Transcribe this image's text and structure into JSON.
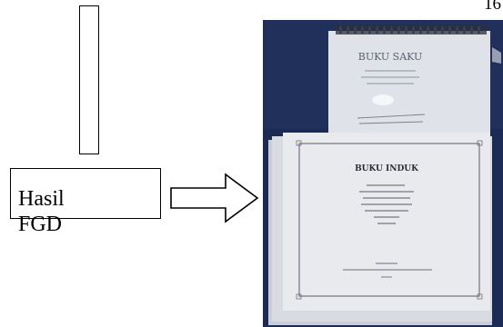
{
  "page_number": "16",
  "result_box": {
    "label": "Hasil\nFGD"
  },
  "photo": {
    "pocketbook_title": "BUKU SAKU",
    "mainbook_title": "BUKU INDUK",
    "colors": {
      "background": "#1c2b56",
      "paper": "#e6e7ec",
      "page_stack": "#cfd3dc"
    }
  }
}
